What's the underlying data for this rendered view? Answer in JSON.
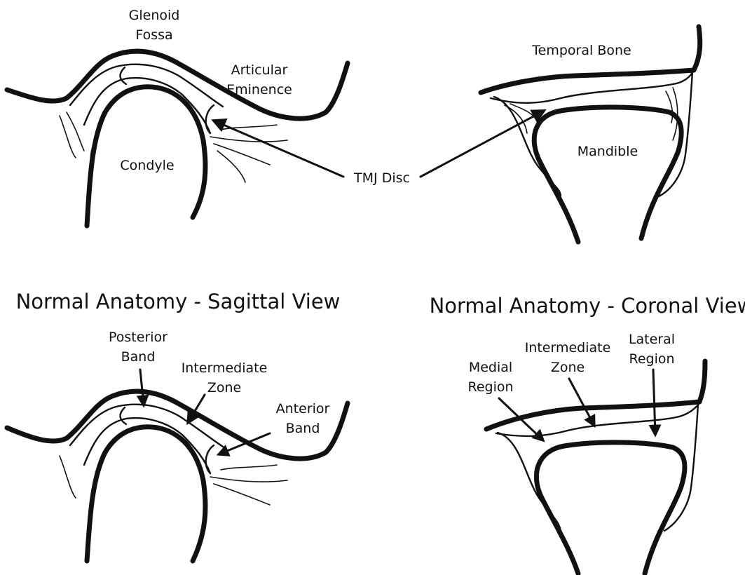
{
  "sagittal": {
    "labels": {
      "glenoid_1": "Glenoid",
      "glenoid_2": "Fossa",
      "articular_1": "Articular",
      "articular_2": "Eminence",
      "condyle": "Condyle"
    },
    "title": "Normal Anatomy - Sagittal View",
    "detail": {
      "posterior_1": "Posterior",
      "posterior_2": "Band",
      "intermediate_1": "Intermediate",
      "intermediate_2": "Zone",
      "anterior_1": "Anterior",
      "anterior_2": "Band"
    }
  },
  "shared": {
    "tmj_disc": "TMJ Disc"
  },
  "coronal": {
    "labels": {
      "temporal_bone": "Temporal Bone",
      "mandible": "Mandible"
    },
    "title": "Normal Anatomy - Coronal View",
    "detail": {
      "medial_1": "Medial",
      "medial_2": "Region",
      "intermediate_1": "Intermediate",
      "intermediate_2": "Zone",
      "lateral_1": "Lateral",
      "lateral_2": "Region"
    }
  }
}
